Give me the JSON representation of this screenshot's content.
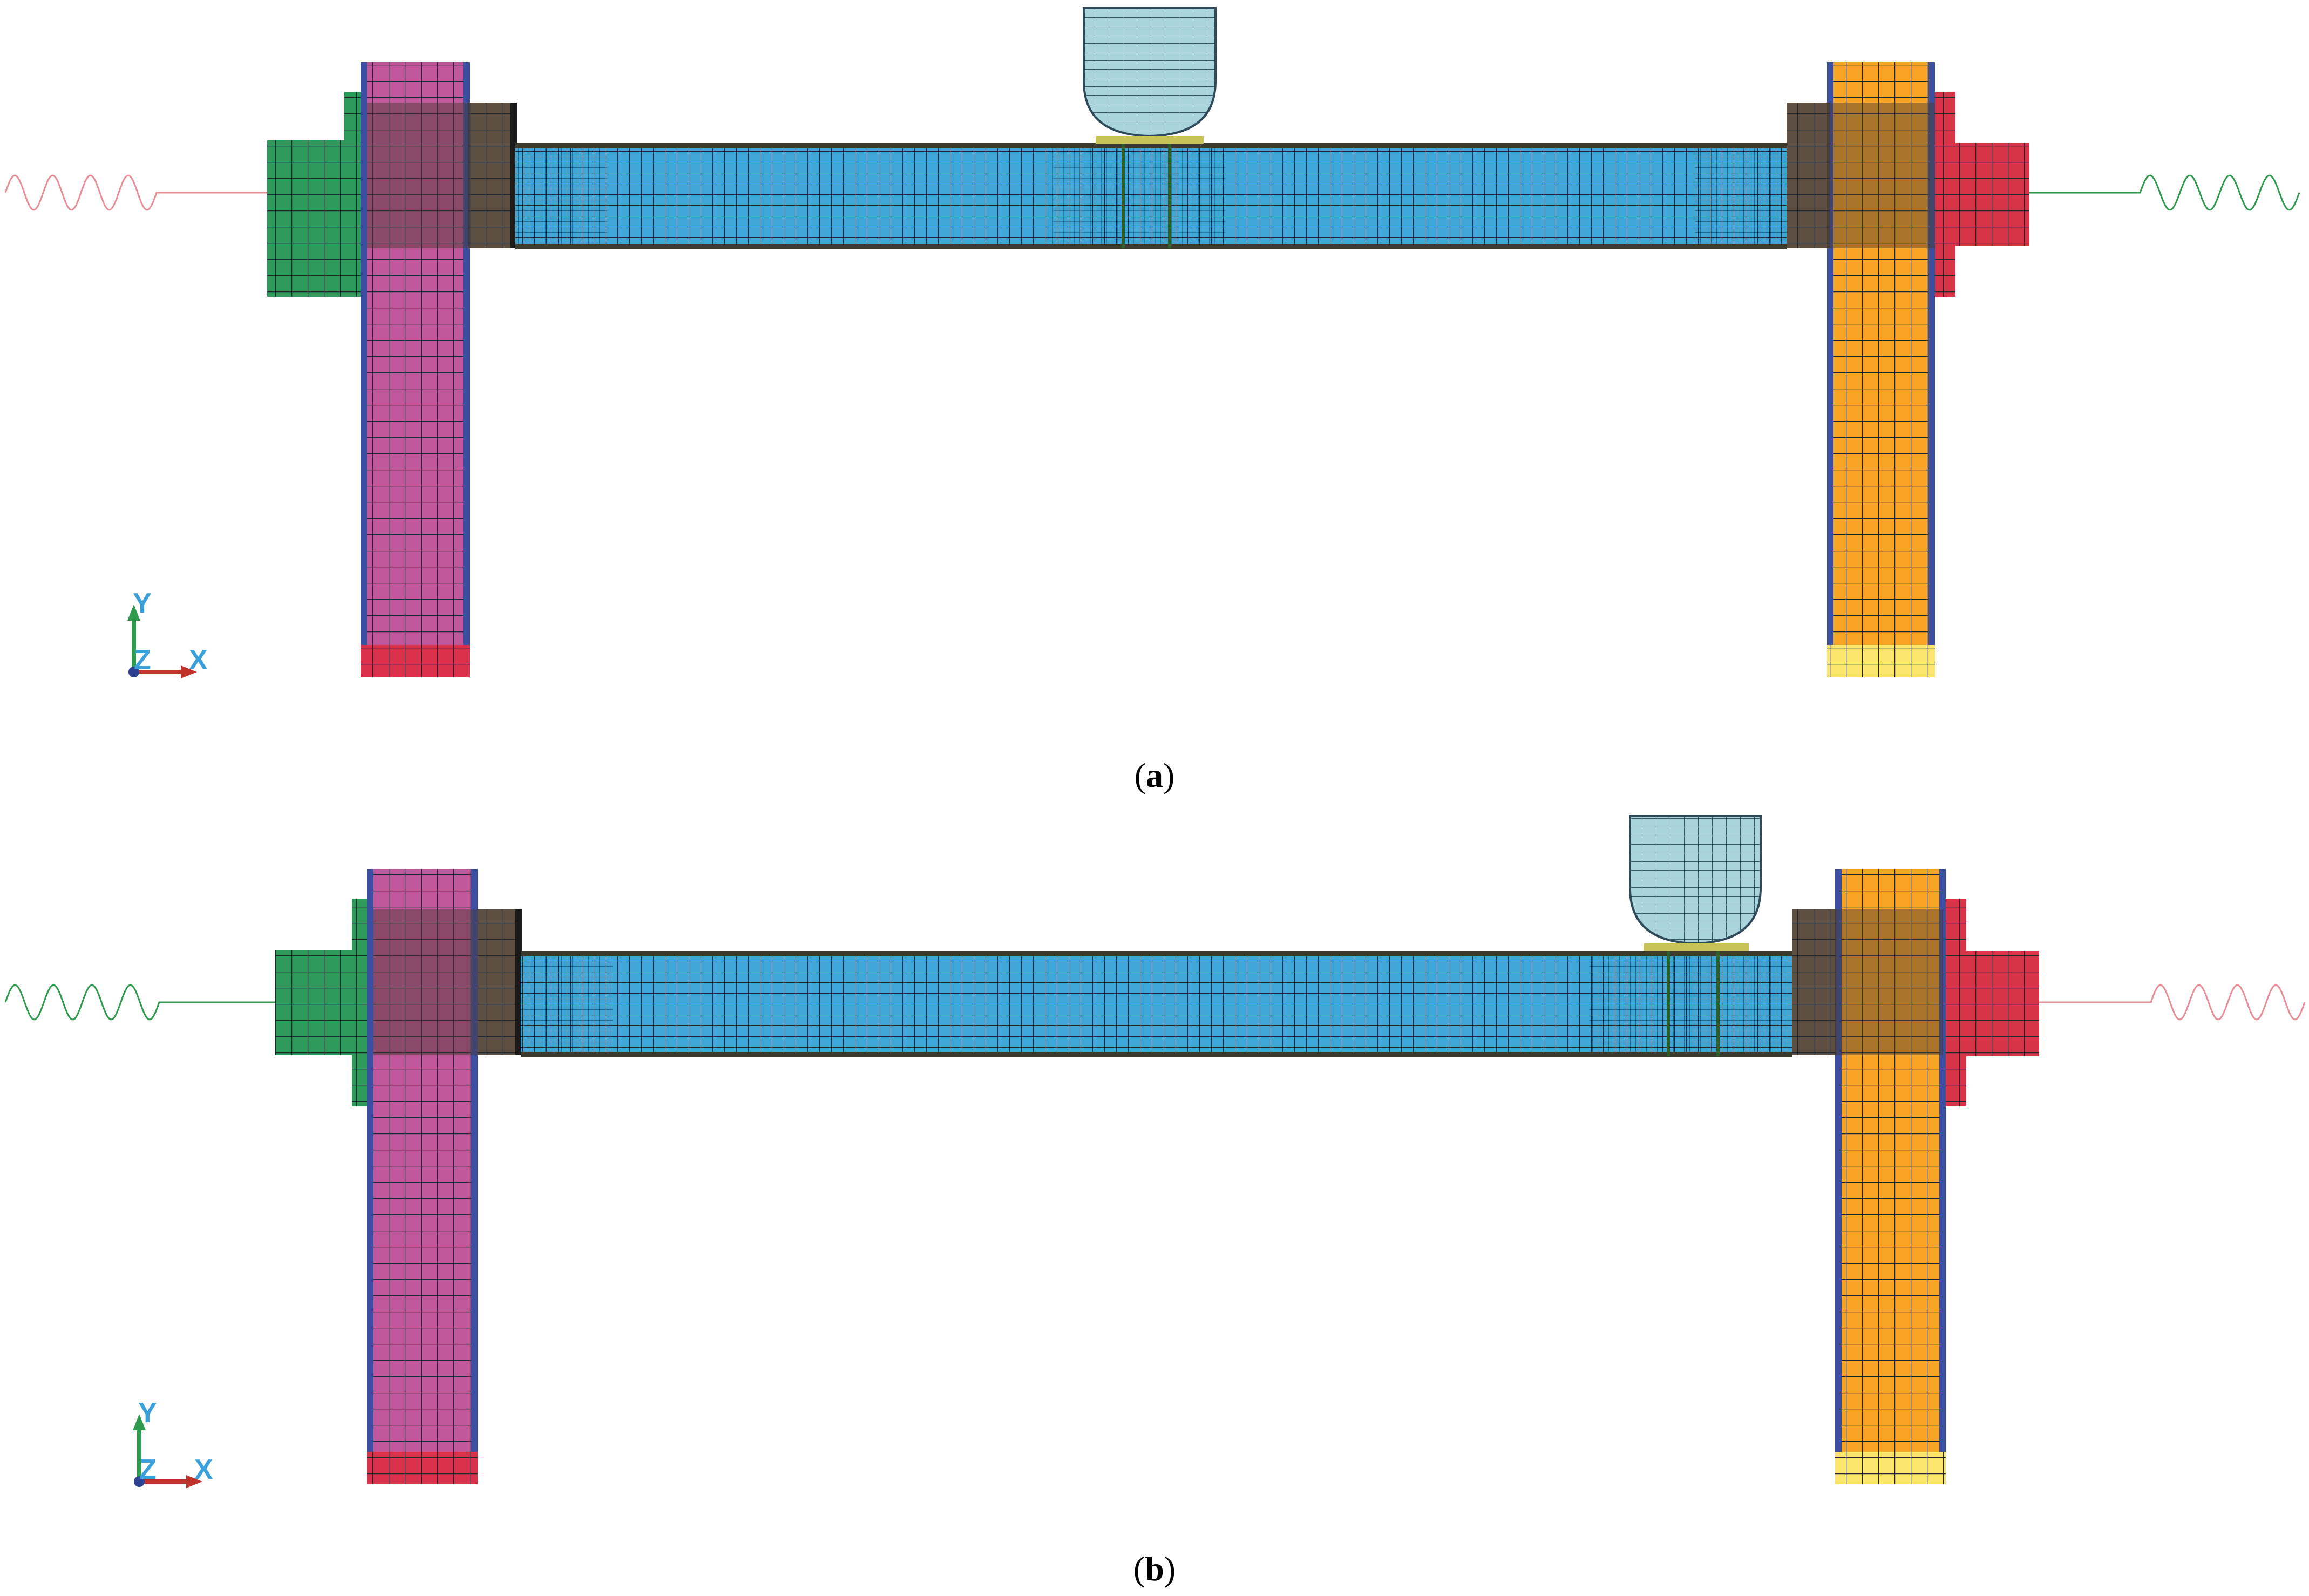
{
  "figure": {
    "panels": [
      {
        "id": "a",
        "caption_letter": "a",
        "impactor_location": "midspan",
        "left_spring": "pink",
        "right_spring": "green"
      },
      {
        "id": "b",
        "caption_letter": "b",
        "impactor_location": "near right support",
        "left_spring": "green",
        "right_spring": "pink"
      }
    ],
    "axis_triad": {
      "y": "Y",
      "z": "Z",
      "x": "X"
    },
    "colors": {
      "beam": "#3fa6d8",
      "left_column": "#c0569b",
      "right_column": "#f8a424",
      "left_plate": "#2e9a5c",
      "right_plate": "#d73447",
      "column_base_left": "#d9314a",
      "column_base_right": "#fbe56a",
      "column_edge": "#3b4ea0",
      "end_block": "#4a3a2c",
      "impactor": "#a9d4de",
      "impactor_pad": "#c9c258",
      "spring_pink": "#e88e96",
      "spring_green": "#2f9a4e",
      "mesh": "#1d2a36"
    },
    "icons": [
      "axis-triad-icon"
    ]
  }
}
